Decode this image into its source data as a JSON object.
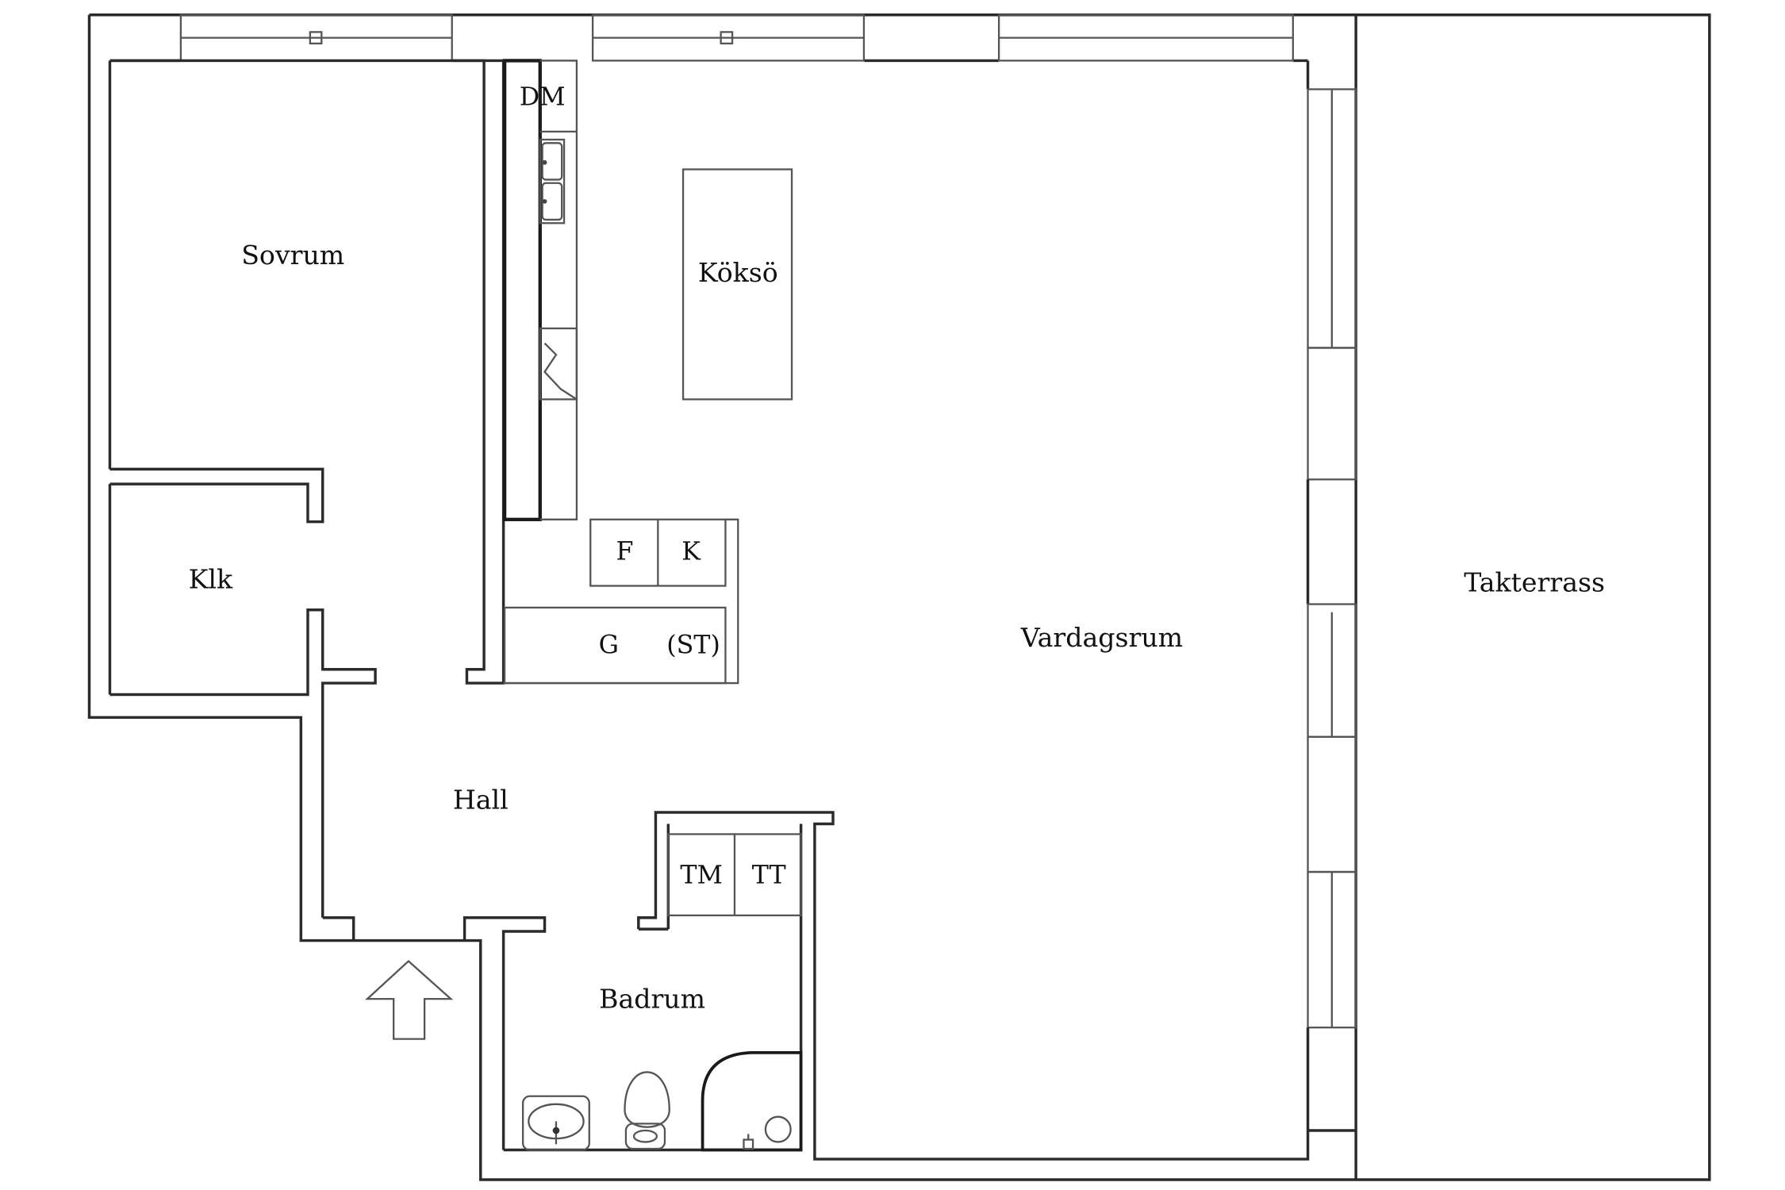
{
  "rooms": {
    "sovrum": "Sovrum",
    "klk": "Klk",
    "hall": "Hall",
    "badrum": "Badrum",
    "vardagsrum": "Vardagsrum",
    "takterrass": "Takterrass",
    "kokso": "Köksö"
  },
  "fixtures": {
    "dm": "DM",
    "f": "F",
    "k": "K",
    "g": "G",
    "st": "(ST)",
    "tm": "TM",
    "tt": "TT"
  },
  "icons": [
    "entrance-arrow-icon",
    "sink-icon",
    "toilet-icon",
    "shower-icon",
    "kitchen-sink-icon",
    "stove-icon"
  ]
}
